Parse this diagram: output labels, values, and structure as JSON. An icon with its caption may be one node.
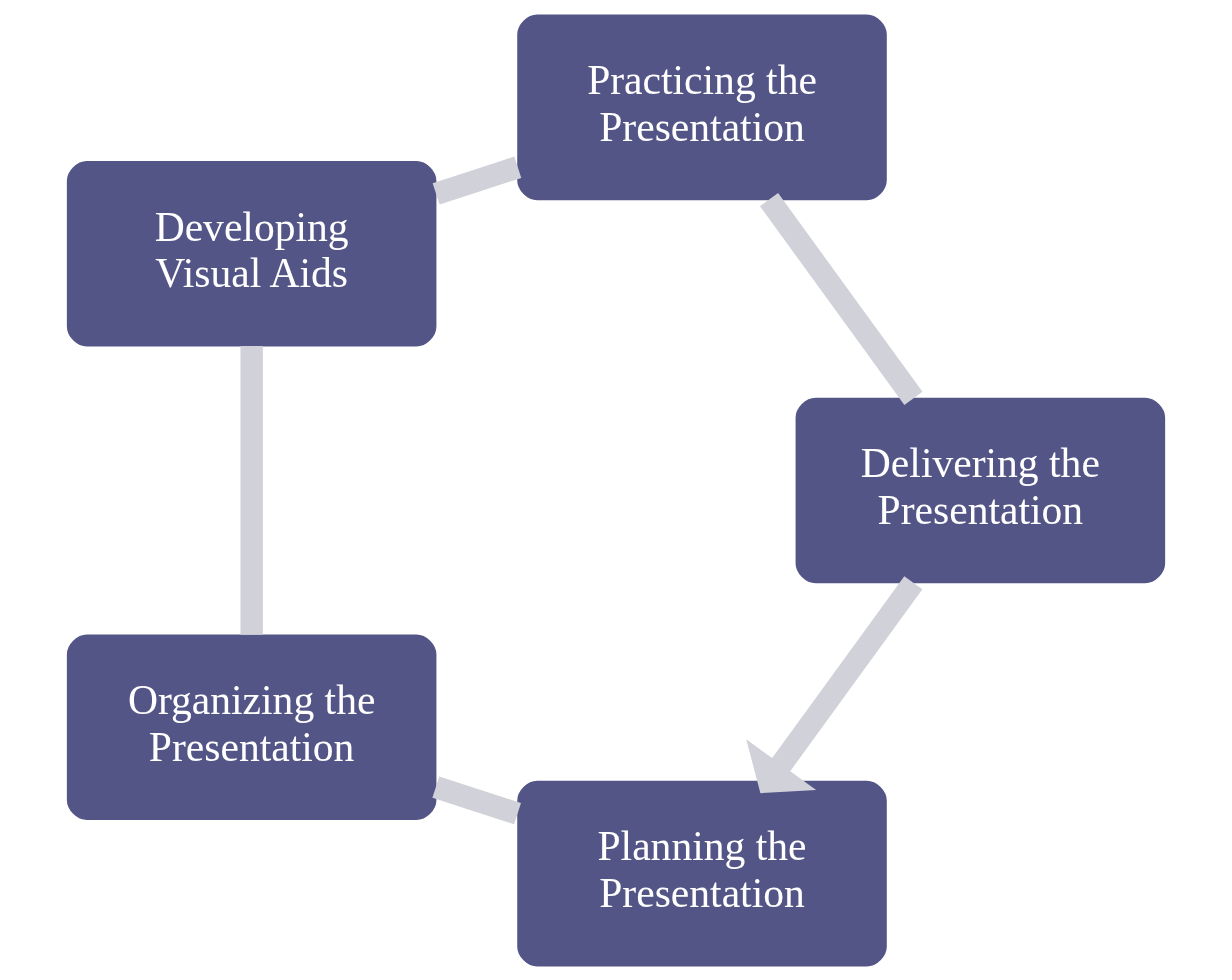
{
  "diagram": {
    "nodes": [
      {
        "text": [
          "Planning the Presentation"
        ]
      },
      {
        "text": [
          "Organizing the Presentation"
        ]
      },
      {
        "text": [
          "Developing Visual Aids"
        ]
      },
      {
        "text": [
          "Practicing the Presentation"
        ]
      },
      {
        "text": [
          "Delivering the Presentation"
        ]
      }
    ],
    "edges": [
      {
        "from": 0,
        "to": 1,
        "arrow": "none"
      },
      {
        "from": 1,
        "to": 2,
        "arrow": "none"
      },
      {
        "from": 2,
        "to": 3,
        "arrow": "none"
      },
      {
        "from": 3,
        "to": 4,
        "arrow": "none"
      },
      {
        "from": 4,
        "to": 0,
        "arrow": "to"
      }
    ]
  }
}
